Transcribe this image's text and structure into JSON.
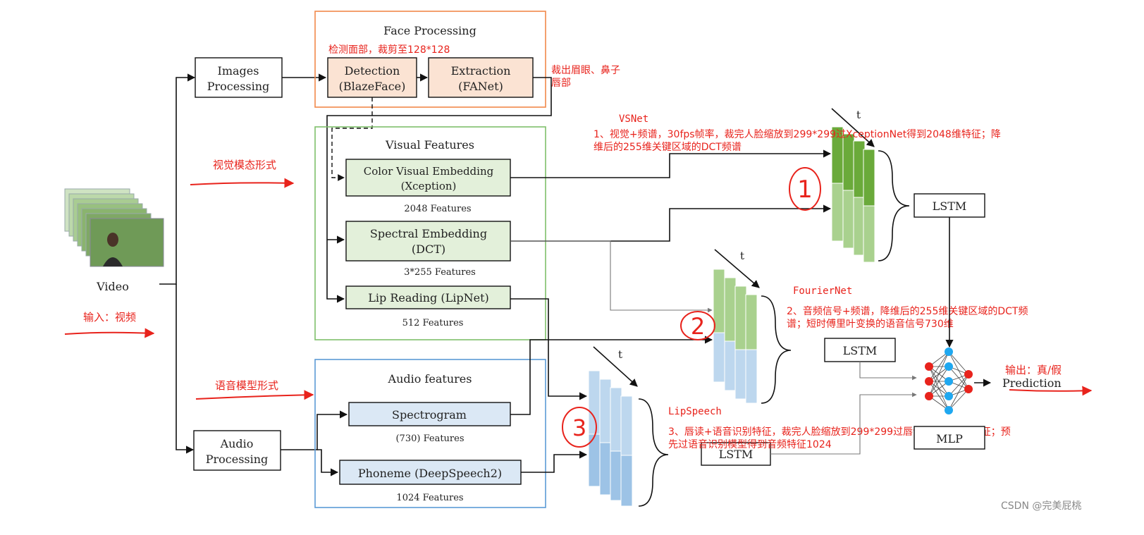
{
  "colors": {
    "face_border": "#f2894a",
    "visual_border": "#7fbf6a",
    "audio_border": "#5b9bd5",
    "face_fill": "#fbe3d3",
    "visual_fill": "#e3f0da",
    "audio_fill": "#dbe8f5",
    "annotation": "#e8231c",
    "green_dark": "#6aaa3a",
    "green_light": "#a9d18e",
    "blue_light": "#bdd7ee",
    "blue_mid": "#9dc3e6",
    "node_red": "#e8231c",
    "node_blue": "#1fa8f0"
  },
  "input": {
    "label": "Video",
    "annotation": "输入：视频"
  },
  "images_processing": {
    "line1": "Images",
    "line2": "Processing"
  },
  "audio_processing": {
    "line1": "Audio",
    "line2": "Processing"
  },
  "face": {
    "title": "Face Processing",
    "annotation": "检测面部，裁剪至128*128",
    "detection": {
      "line1": "Detection",
      "line2": "(BlazeFace)"
    },
    "extraction": {
      "line1": "Extraction",
      "line2": "(FANet)"
    },
    "extraction_note_line1": "裁出眉眼、鼻子",
    "extraction_note_line2": "唇部"
  },
  "visual": {
    "title": "Visual Features",
    "modality_note": "视觉模态形式",
    "color": {
      "line1": "Color Visual Embedding",
      "line2": "(Xception)",
      "features": "2048 Features"
    },
    "spectral": {
      "line1": "Spectral Embedding",
      "line2": "(DCT)",
      "features": "3*255 Features"
    },
    "lip": {
      "label": "Lip Reading (LipNet)",
      "features": "512 Features"
    }
  },
  "audio": {
    "title": "Audio features",
    "modality_note": "语音模型形式",
    "spectrogram": {
      "label": "Spectrogram",
      "features": "(730) Features"
    },
    "phoneme": {
      "label": "Phoneme (DeepSpeech2)",
      "features": "1024 Features"
    }
  },
  "branches": {
    "vsnet": {
      "name": "VSNet",
      "desc_line1": "1、视觉+频谱，30fps帧率，裁完人脸缩放到299*299过XceptionNet得到2048维特征；降",
      "desc_line2": "维后的255维关键区域的DCT频谱",
      "circled": "1",
      "time": "t",
      "lstm": "LSTM"
    },
    "fouriernet": {
      "name": "FourierNet",
      "desc_line1": "2、音频信号+频谱，降维后的255维关键区域的DCT频",
      "desc_line2": "谱；短时傅里叶变换的语音信号730维",
      "circled": "2",
      "time": "t",
      "lstm": "LSTM"
    },
    "lipspeech": {
      "name": "LipSpeech",
      "desc_line1": "3、唇读+语音识别特征，裁完人脸缩放到299*299过唇读得到512维特征；预",
      "desc_line2": "先过语音识别模型得到音频特征1024",
      "circled": "3",
      "time": "t",
      "lstm": "LSTM"
    }
  },
  "mlp": {
    "label": "MLP"
  },
  "output": {
    "annotation": "输出：真/假",
    "label": "Prediction"
  },
  "watermark": "CSDN @完美屁桃"
}
